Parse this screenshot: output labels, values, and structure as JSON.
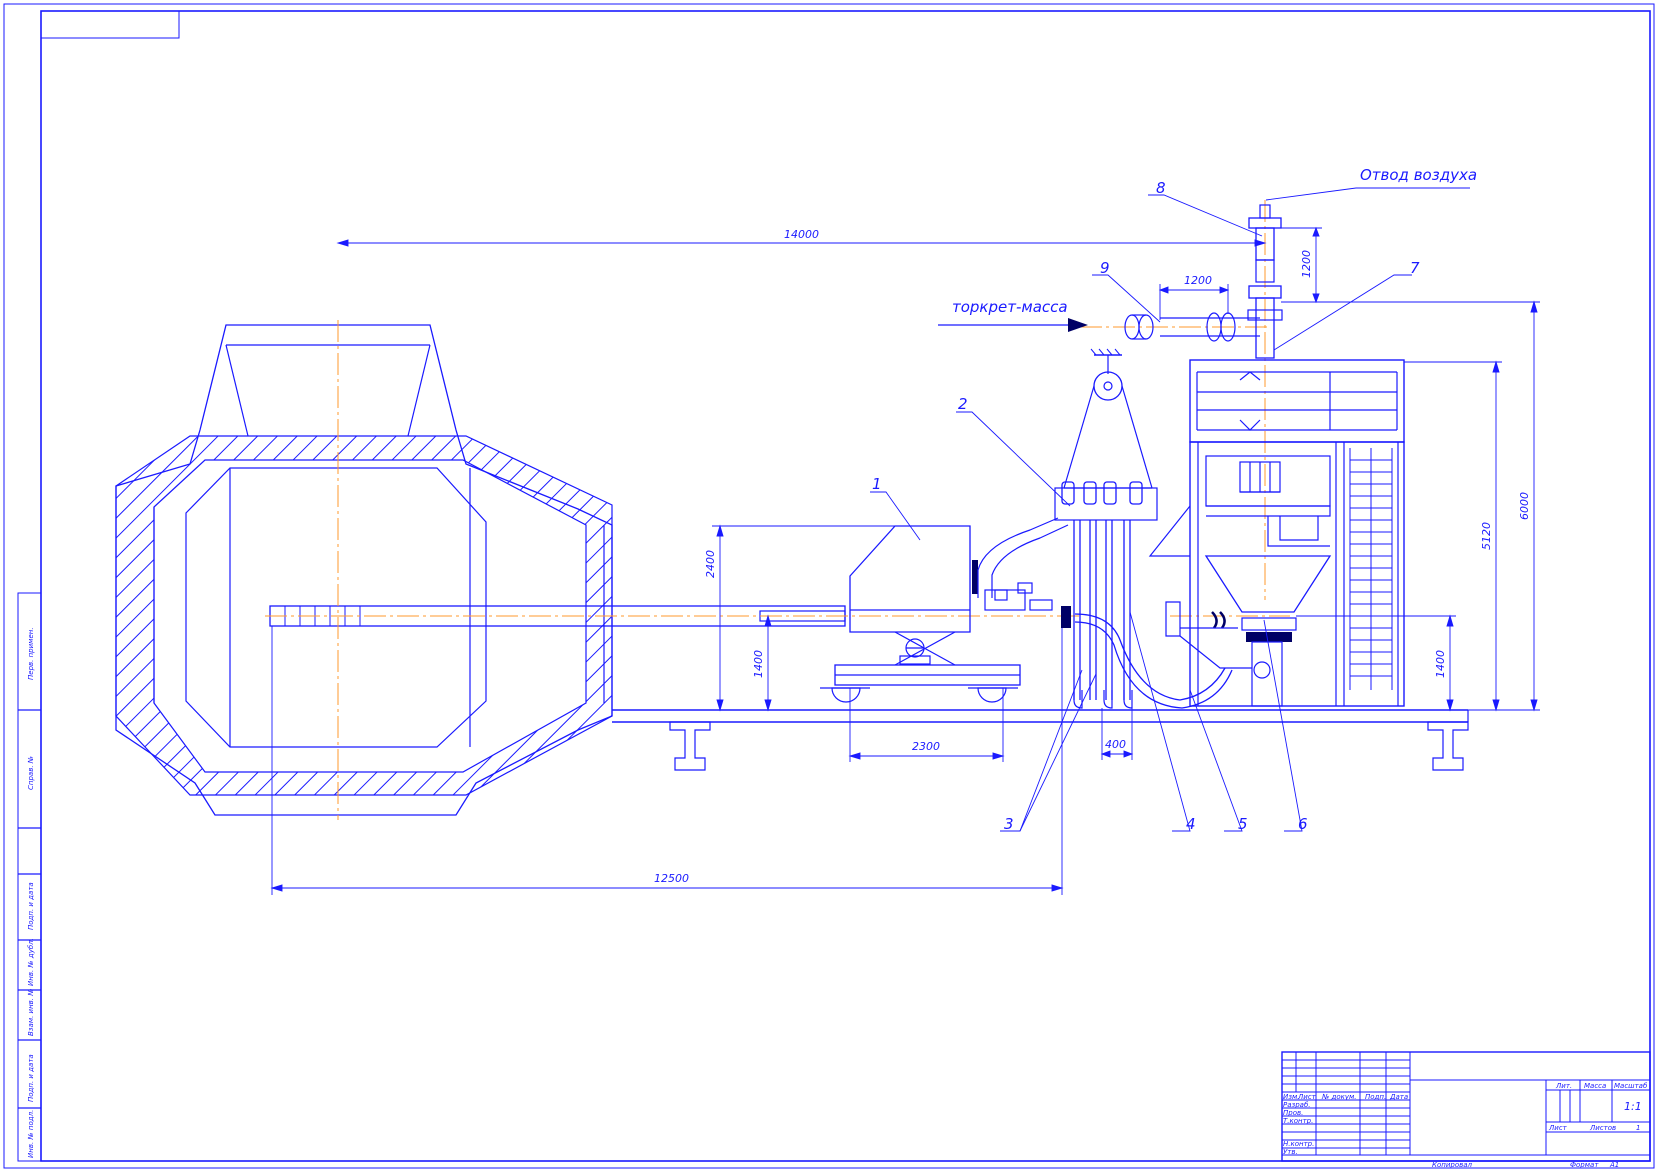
{
  "colors": {
    "line": "#1a1aff",
    "axis": "#ff9a2e",
    "solid": "#000066",
    "background": "#ffffff"
  },
  "labels": {
    "air_outlet": "Отвод воздуха",
    "torcret_mass": "торкрет-масса"
  },
  "callouts": [
    "1",
    "2",
    "3",
    "4",
    "5",
    "6",
    "7",
    "8",
    "9"
  ],
  "dimensions": {
    "d14000": "14000",
    "d12500": "12500",
    "d2400": "2400",
    "d1400_left": "1400",
    "d2300": "2300",
    "d400": "400",
    "d1200_h": "1200",
    "d1200_v": "1200",
    "d6000": "6000",
    "d5120": "5120",
    "d1400_right": "1400"
  },
  "side_stamp": {
    "perv_primen": "Перв. примен.",
    "sprav": "Справ. №",
    "podp_data_1": "Подп. и дата",
    "inv_dubl": "Инв. № дубл.",
    "vzam_inv": "Взам. инв. №",
    "podp_data_2": "Подп. и дата",
    "inv_podl": "Инв. № подл."
  },
  "title_block": {
    "izm": "Изм.",
    "list": "Лист",
    "n_dokum": "№ докум.",
    "podp": "Подп.",
    "data": "Дата",
    "razrab": "Разраб.",
    "prov": "Пров.",
    "t_kontr": "Т.контр.",
    "n_kontr": "Н.контр.",
    "utv": "Утв.",
    "lit": "Лит.",
    "massa": "Масса",
    "masshtab": "Масштаб",
    "scale_value": "1:1",
    "list_label": "Лист",
    "listov_label": "Листов",
    "listov_value": "1",
    "kopiroval": "Копировал",
    "format_label": "Формат",
    "format_value": "A1"
  }
}
